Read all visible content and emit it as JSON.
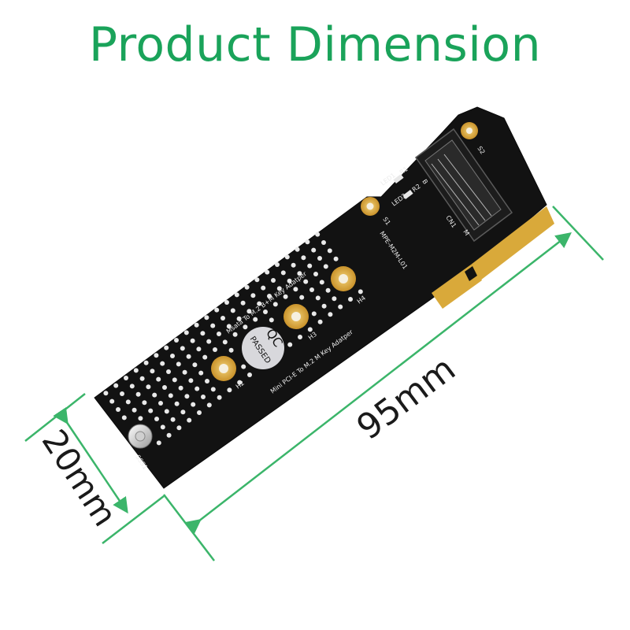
{
  "title": "Product Dimension",
  "dimensions": {
    "length_label": "95mm",
    "width_label": "20mm"
  },
  "board": {
    "model": "MPE-M2M-L01",
    "text_top": "Msata To M.2 B+M Key Adatper",
    "text_bottom": "Mini PCI-E To M.2 M Key Adatper",
    "qc_line1": "QC",
    "qc_line2": "PASSED",
    "labels": {
      "cn1": "CN1",
      "m": "M",
      "s1": "S1",
      "s2": "S2",
      "h2": "H2",
      "h3": "H3",
      "h4": "H4",
      "led1": "LED1",
      "led2": "LED2",
      "r1": "R1",
      "r2": "R2",
      "ss": "SSS1",
      "b": "B"
    }
  },
  "colors": {
    "accent": "#1aa35a",
    "arrow": "#3bb56a",
    "pcb": "#121212",
    "gold": "#d9a93a"
  }
}
